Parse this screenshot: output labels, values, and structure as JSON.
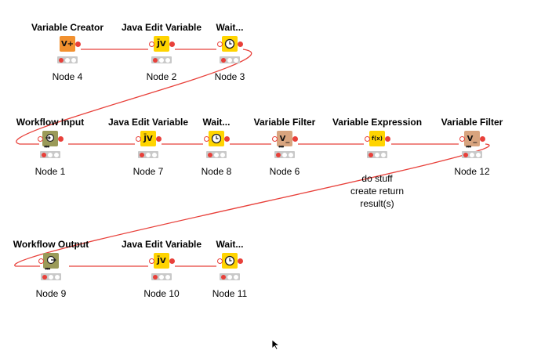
{
  "colors": {
    "connection": "#e8403a",
    "variable_creator": "#f2912f",
    "java_edit_variable": "#ffd400",
    "wait": "#ffd400",
    "workflow_io": "#9a9a58",
    "variable_filter": "#d8a47e",
    "variable_expression": "#ffd400",
    "status_red": "#e8403a"
  },
  "nodes": {
    "n4": {
      "title": "Variable Creator",
      "label": "Node 4",
      "icon": "variable-creator-icon",
      "glyph": "V+"
    },
    "n2": {
      "title": "Java Edit Variable",
      "label": "Node 2",
      "icon": "java-edit-variable-icon",
      "glyph": "J̄V"
    },
    "n3": {
      "title": "Wait...",
      "label": "Node 3",
      "icon": "wait-clock-icon",
      "glyph": "🕒"
    },
    "n1": {
      "title": "Workflow Input",
      "label": "Node 1",
      "icon": "workflow-input-icon",
      "glyph": "⊕"
    },
    "n7": {
      "title": "Java Edit Variable",
      "label": "Node 7",
      "icon": "java-edit-variable-icon",
      "glyph": "J̄V"
    },
    "n8": {
      "title": "Wait...",
      "label": "Node 8",
      "icon": "wait-clock-icon",
      "glyph": "🕒"
    },
    "n6": {
      "title": "Variable Filter",
      "label": "Node 6",
      "icon": "variable-filter-icon",
      "glyph": "V_"
    },
    "n5": {
      "title": "Variable Expression",
      "label": "",
      "icon": "variable-expression-icon",
      "glyph": "f(x)",
      "annotation": [
        "do stuff",
        "create return",
        "result(s)"
      ]
    },
    "n12": {
      "title": "Variable Filter",
      "label": "Node 12",
      "icon": "variable-filter-icon",
      "glyph": "V_"
    },
    "n9": {
      "title": "Workflow Output",
      "label": "Node 9",
      "icon": "workflow-output-icon",
      "glyph": "⊖"
    },
    "n10": {
      "title": "Java Edit Variable",
      "label": "Node 10",
      "icon": "java-edit-variable-icon",
      "glyph": "J̄V"
    },
    "n11": {
      "title": "Wait...",
      "label": "Node 11",
      "icon": "wait-clock-icon",
      "glyph": "🕒"
    }
  }
}
